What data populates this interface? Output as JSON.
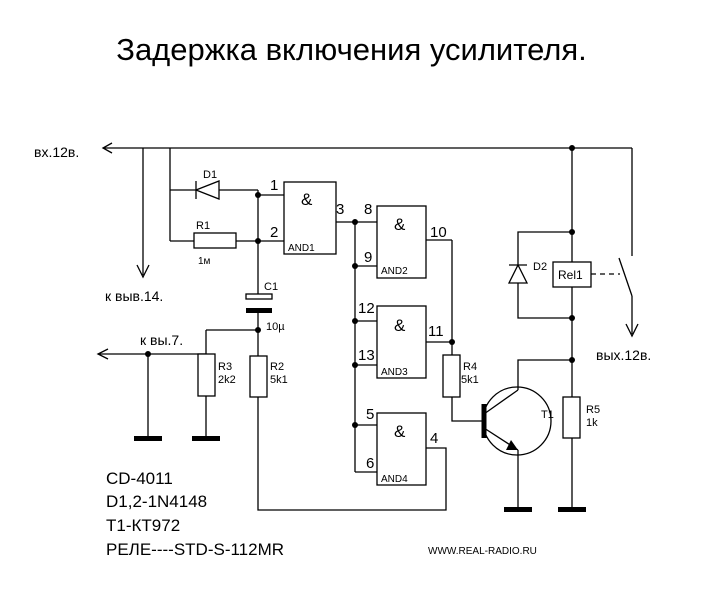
{
  "title": "Задержка включения усилителя.",
  "inputs": {
    "vx12": "вх.12в.",
    "pin14": "к выв.14.",
    "pin7": "к вы.7.",
    "out12": "вых.12в."
  },
  "gates": {
    "and1": "AND1",
    "and2": "AND2",
    "and3": "AND3",
    "and4": "AND4",
    "symbol": "&"
  },
  "pins": [
    "1",
    "2",
    "3",
    "8",
    "9",
    "10",
    "12",
    "13",
    "11",
    "5",
    "6",
    "4"
  ],
  "components": {
    "d1": "D1",
    "r1": "R1",
    "r1_value": "1м",
    "c1": "C1",
    "c1_value": "10µ",
    "r3": "R3",
    "r3_value": "2k2",
    "r2": "R2",
    "r2_value": "5k1",
    "r4": "R4",
    "r4_value": "5k1",
    "d2": "D2",
    "rel1": "Rel1",
    "t1": "T1",
    "r5": "R5",
    "r5_value": "1k"
  },
  "notes": [
    "CD-4011",
    "D1,2-1N4148",
    "T1-КТ972",
    "РЕЛЕ----STD-S-112MR"
  ],
  "watermark": "WWW.REAL-RADIO.RU"
}
